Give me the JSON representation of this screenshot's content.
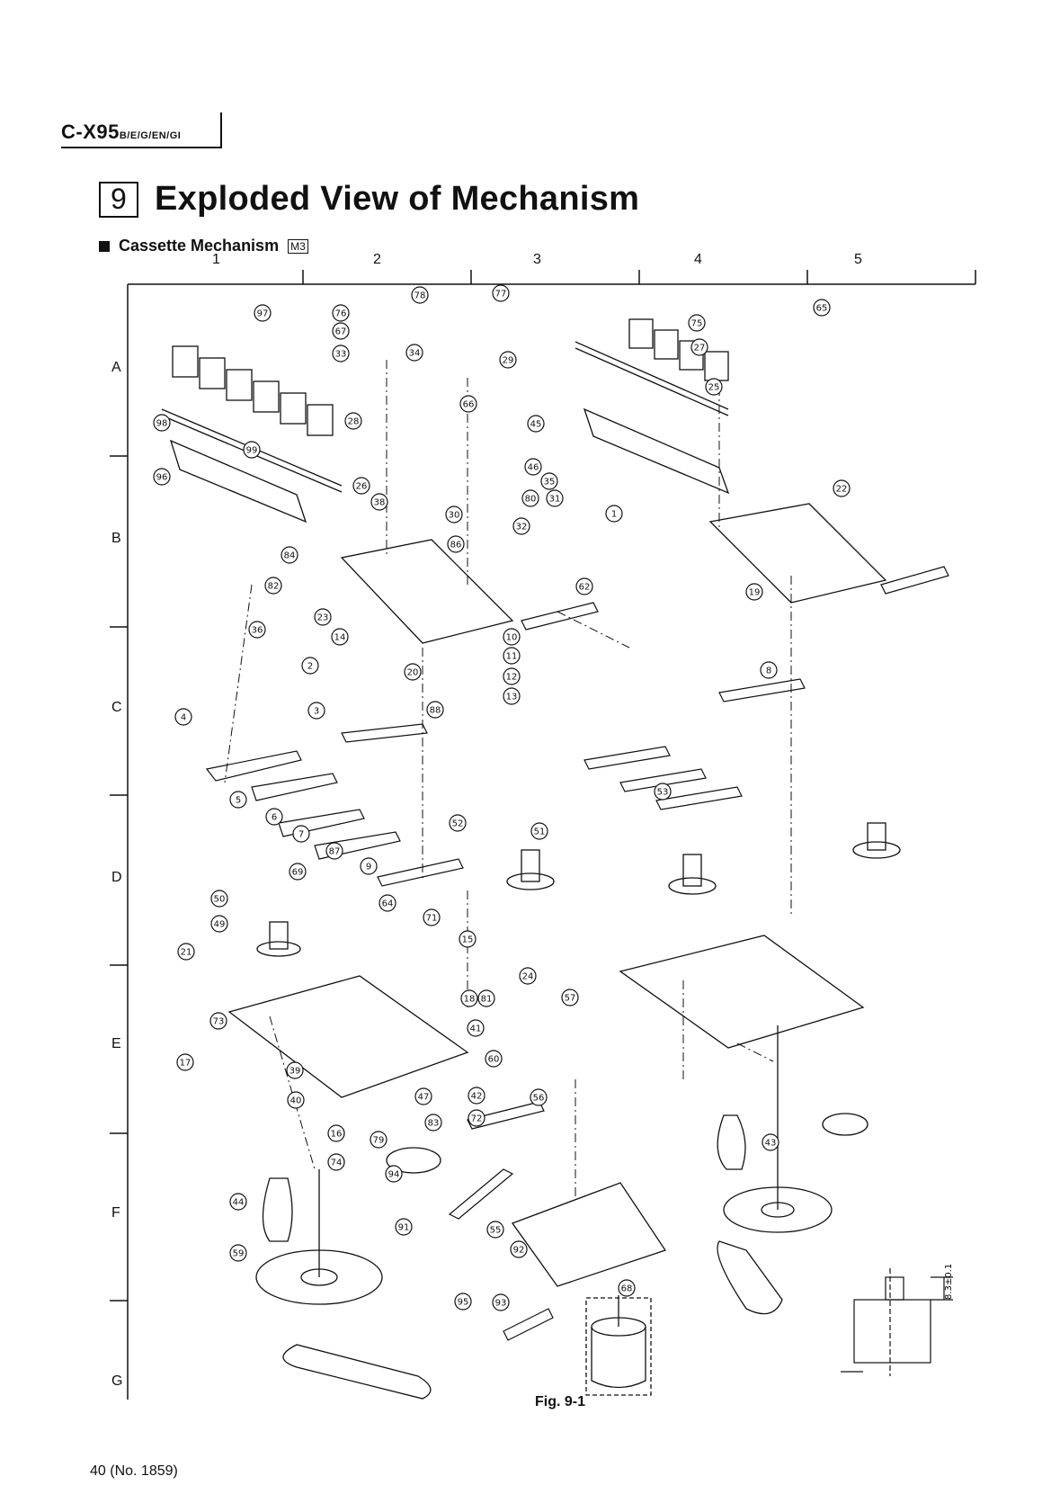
{
  "header": {
    "model": "C-X95",
    "model_suffix": "B/E/G/EN/GI"
  },
  "section": {
    "number": "9",
    "title": "Exploded View of Mechanism",
    "subtitle": "Cassette Mechanism",
    "subtitle_code": "M3"
  },
  "grid": {
    "columns": [
      "1",
      "2",
      "3",
      "4",
      "5"
    ],
    "rows": [
      "A",
      "B",
      "C",
      "D",
      "E",
      "F",
      "G"
    ]
  },
  "callouts": [
    "97",
    "98",
    "99",
    "96",
    "76",
    "67",
    "33",
    "28",
    "26",
    "78",
    "34",
    "77",
    "66",
    "29",
    "45",
    "46",
    "35",
    "80",
    "31",
    "32",
    "38",
    "30",
    "84",
    "86",
    "82",
    "23",
    "14",
    "20",
    "36",
    "2",
    "3",
    "4",
    "5",
    "6",
    "7",
    "87",
    "9",
    "10",
    "11",
    "12",
    "13",
    "62",
    "88",
    "65",
    "75",
    "27",
    "25",
    "1",
    "22",
    "19",
    "8",
    "53",
    "52",
    "51",
    "50",
    "49",
    "64",
    "71",
    "15",
    "18",
    "21",
    "24",
    "73",
    "81",
    "17",
    "39",
    "40",
    "41",
    "60",
    "42",
    "47",
    "83",
    "72",
    "16",
    "74",
    "79",
    "94",
    "91",
    "44",
    "59",
    "43",
    "55",
    "92",
    "95",
    "93",
    "68",
    "57",
    "56",
    "69"
  ],
  "figure_caption": "Fig. 9-1",
  "inset_dimension": "8.3±0.1",
  "footer": {
    "page": "40 (No. 1859)"
  },
  "colors": {
    "ink": "#111111",
    "paper": "#ffffff"
  }
}
